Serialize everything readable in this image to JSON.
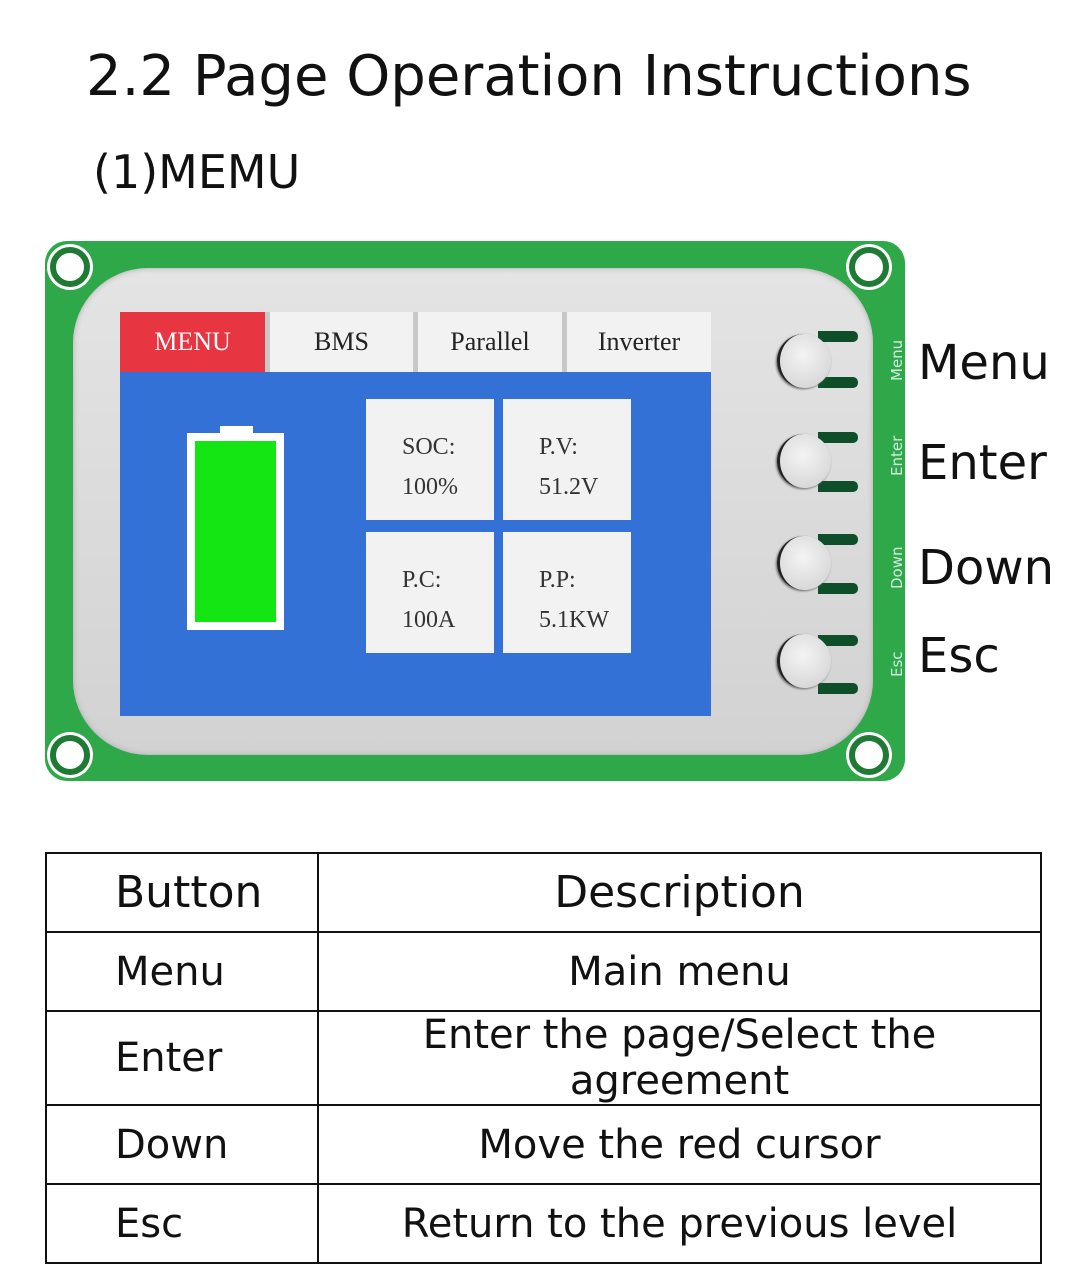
{
  "title": "2.2 Page Operation Instructions",
  "subtitle": "(1)MEMU",
  "device": {
    "tabs": [
      {
        "label": "MENU",
        "active": true
      },
      {
        "label": "BMS"
      },
      {
        "label": "Parallel"
      },
      {
        "label": "Inverter"
      }
    ],
    "battery_level_percent": 100,
    "cells": [
      {
        "label": "SOC:",
        "value": "100%"
      },
      {
        "label": "P.V:",
        "value": "51.2V"
      },
      {
        "label": "P.C:",
        "value": "100A"
      },
      {
        "label": "P.P:",
        "value": "5.1KW"
      }
    ],
    "silkscreen": [
      "Menu",
      "Enter",
      "Down",
      "Esc"
    ],
    "button_labels": [
      "Menu",
      "Enter",
      "Down",
      "Esc"
    ]
  },
  "table": {
    "headers": [
      "Button",
      "Description"
    ],
    "rows": [
      [
        "Menu",
        "Main menu"
      ],
      [
        "Enter",
        "Enter the page/Select the agreement"
      ],
      [
        "Down",
        "Move the red cursor"
      ],
      [
        "Esc",
        "Return to the previous level"
      ]
    ]
  }
}
